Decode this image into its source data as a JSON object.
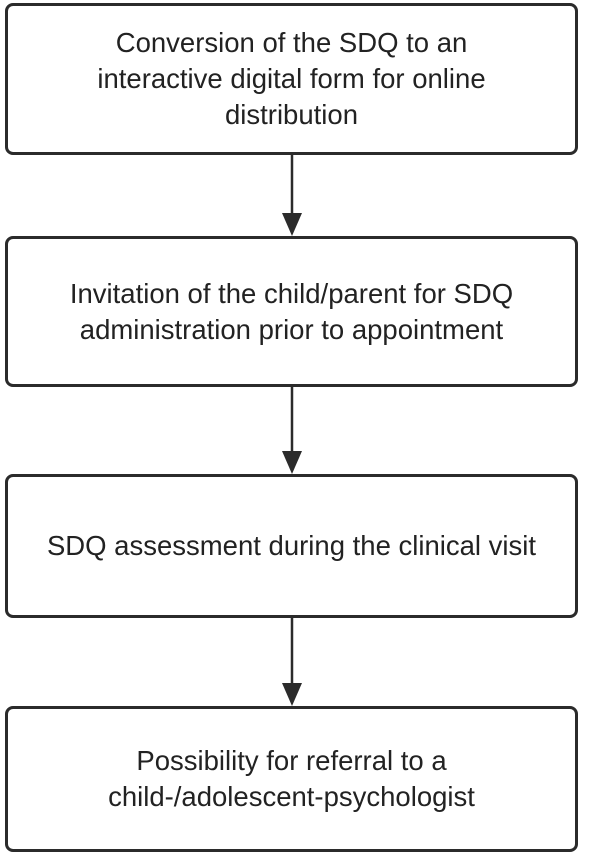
{
  "diagram": {
    "type": "flowchart",
    "colors": {
      "stroke": "#2b2b2b",
      "text": "#222222",
      "background": "#ffffff"
    },
    "steps": [
      {
        "label": "Conversion of the SDQ to an interactive digital form for online distribution"
      },
      {
        "label": "Invitation of the child/parent for SDQ administration prior to appointment"
      },
      {
        "label": "SDQ assessment during the clinical visit"
      },
      {
        "label": "Possibility for referral to a child-/adolescent-psychologist"
      }
    ]
  }
}
